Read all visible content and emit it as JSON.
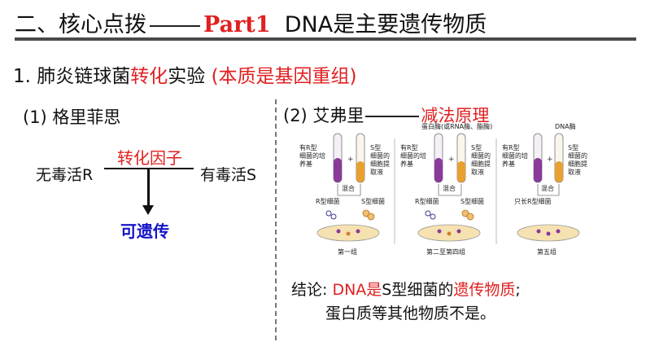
{
  "header": {
    "prefix": "二、核心点拨",
    "part": "Part1",
    "topic": "DNA是主要遗传物质"
  },
  "section": {
    "number": "1.",
    "t1": "肺炎链球菌",
    "t2": "转化",
    "t3": "实验",
    "t4": "(本质是基因重组)"
  },
  "left": {
    "heading": "(1) 格里菲思",
    "r_label": "无毒活R",
    "factor": "转化因子",
    "s_label": "有毒活S",
    "heritable": "可遗传"
  },
  "right": {
    "heading_a": "(2) 艾弗里",
    "heading_b": "减法原理"
  },
  "figure": {
    "tube_label_left": [
      "有R型",
      "细菌的培",
      "养基"
    ],
    "tube_label_right": [
      "S型",
      "细菌的",
      "细胞提",
      "取液"
    ],
    "mix": "混合",
    "r_cells": "R型细菌",
    "s_cells": "S型细菌",
    "enzyme_label": "蛋白酶(或RNA酶、酯酶)",
    "dnase_label": "DNA酶",
    "only_r": "只长R型细菌",
    "groups": [
      "第一组",
      "第二至第四组",
      "第五组"
    ]
  },
  "conclusion": {
    "label": "结论:",
    "dna": "DNA是",
    "s": "S型细菌的",
    "genetic": "遗传物质",
    "semi": ";",
    "line2": "蛋白质等其他物质不是。"
  },
  "colors": {
    "red": "#e02020",
    "blue": "#1515c8",
    "purple": "#8a3a9a",
    "orange": "#e8a030"
  }
}
